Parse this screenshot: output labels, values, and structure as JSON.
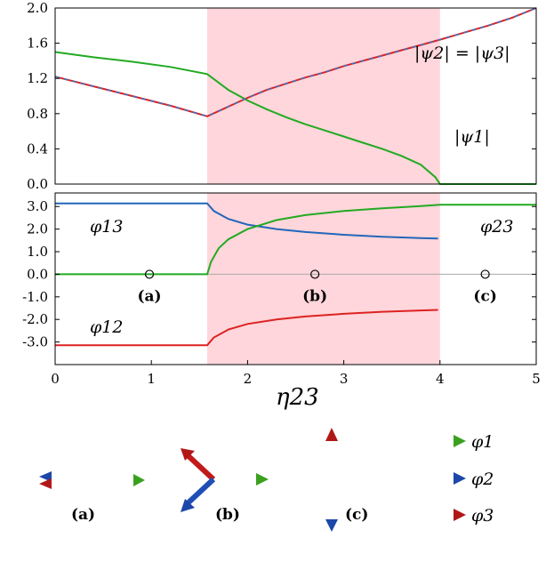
{
  "chart_data": [
    {
      "type": "line",
      "panel": "top",
      "xlim": [
        0,
        5
      ],
      "ylim": [
        0,
        2
      ],
      "y_ticks": [
        "0.0",
        "0.4",
        "0.8",
        "1.2",
        "1.6",
        "2.0"
      ],
      "shaded_region": {
        "x": [
          1.58,
          4.0
        ],
        "color": "#ffd6db"
      },
      "series": [
        {
          "name": "|ψ1|",
          "color": "#22aa22",
          "points": [
            [
              0,
              1.5
            ],
            [
              0.4,
              1.44
            ],
            [
              0.8,
              1.39
            ],
            [
              1.2,
              1.33
            ],
            [
              1.58,
              1.25
            ],
            [
              1.8,
              1.07
            ],
            [
              2.0,
              0.95
            ],
            [
              2.2,
              0.85
            ],
            [
              2.4,
              0.76
            ],
            [
              2.6,
              0.68
            ],
            [
              2.8,
              0.61
            ],
            [
              3.0,
              0.54
            ],
            [
              3.2,
              0.47
            ],
            [
              3.4,
              0.4
            ],
            [
              3.6,
              0.32
            ],
            [
              3.8,
              0.22
            ],
            [
              3.95,
              0.08
            ],
            [
              4.0,
              0.0
            ],
            [
              5.0,
              0.0
            ]
          ]
        },
        {
          "name": "|ψ2| = |ψ3|",
          "color": "#dd2222",
          "dash_overlay_color": "#3377cc",
          "points": [
            [
              0,
              1.22
            ],
            [
              0.4,
              1.11
            ],
            [
              0.8,
              1.0
            ],
            [
              1.2,
              0.89
            ],
            [
              1.58,
              0.77
            ],
            [
              1.8,
              0.88
            ],
            [
              2.0,
              0.98
            ],
            [
              2.2,
              1.07
            ],
            [
              2.4,
              1.14
            ],
            [
              2.6,
              1.21
            ],
            [
              2.8,
              1.27
            ],
            [
              3.0,
              1.34
            ],
            [
              3.2,
              1.4
            ],
            [
              3.4,
              1.46
            ],
            [
              3.6,
              1.52
            ],
            [
              3.8,
              1.58
            ],
            [
              4.0,
              1.64
            ],
            [
              4.25,
              1.72
            ],
            [
              4.5,
              1.8
            ],
            [
              4.75,
              1.89
            ],
            [
              5.0,
              2.0
            ]
          ]
        }
      ],
      "annotations": [
        "|ψ2| = |ψ3|",
        "|ψ1|"
      ]
    },
    {
      "type": "line",
      "panel": "bottom",
      "xlim": [
        0,
        5
      ],
      "ylim": [
        -4.0,
        3.6
      ],
      "x_ticks": [
        "0",
        "1",
        "2",
        "3",
        "4",
        "5"
      ],
      "y_ticks": [
        "-3.0",
        "-2.0",
        "-1.0",
        "0.0",
        "1.0",
        "2.0",
        "3.0"
      ],
      "xlabel": "η23",
      "shaded_region": {
        "x": [
          1.58,
          4.0
        ],
        "color": "#ffd6db"
      },
      "series": [
        {
          "name": "φ13",
          "color": "#2266bb",
          "points": [
            [
              0,
              3.14
            ],
            [
              1.58,
              3.14
            ],
            [
              1.65,
              2.8
            ],
            [
              1.8,
              2.45
            ],
            [
              2.0,
              2.2
            ],
            [
              2.3,
              2.0
            ],
            [
              2.6,
              1.87
            ],
            [
              3.0,
              1.75
            ],
            [
              3.4,
              1.66
            ],
            [
              3.8,
              1.6
            ],
            [
              3.98,
              1.58
            ]
          ]
        },
        {
          "name": "φ23",
          "color": "#22aa22",
          "points": [
            [
              0,
              0
            ],
            [
              1.58,
              0
            ],
            [
              1.62,
              0.55
            ],
            [
              1.7,
              1.15
            ],
            [
              1.8,
              1.55
            ],
            [
              2.0,
              2.0
            ],
            [
              2.3,
              2.4
            ],
            [
              2.6,
              2.62
            ],
            [
              3.0,
              2.8
            ],
            [
              3.4,
              2.92
            ],
            [
              3.8,
              3.02
            ],
            [
              4.0,
              3.08
            ],
            [
              5.0,
              3.08
            ]
          ]
        },
        {
          "name": "φ12",
          "color": "#dd2222",
          "points": [
            [
              0,
              -3.14
            ],
            [
              1.58,
              -3.14
            ],
            [
              1.65,
              -2.8
            ],
            [
              1.8,
              -2.45
            ],
            [
              2.0,
              -2.2
            ],
            [
              2.3,
              -2.0
            ],
            [
              2.6,
              -1.87
            ],
            [
              3.0,
              -1.75
            ],
            [
              3.4,
              -1.66
            ],
            [
              3.8,
              -1.6
            ],
            [
              3.98,
              -1.58
            ]
          ]
        }
      ],
      "markers": [
        {
          "x": 0.98,
          "y": 0,
          "label": "(a)"
        },
        {
          "x": 2.7,
          "y": 0,
          "label": "(b)"
        },
        {
          "x": 4.47,
          "y": 0,
          "label": "(c)"
        }
      ],
      "annotations": [
        "φ13",
        "φ23",
        "φ12"
      ]
    }
  ],
  "text": {
    "top_label_psi23": "|ψ2| = |ψ3|",
    "top_label_psi1": "|ψ1|",
    "phi13": "φ13",
    "phi23": "φ23",
    "phi12": "φ12",
    "xlabel": "η23",
    "marker_a": "(a)",
    "marker_b": "(b)",
    "marker_c": "(c)"
  },
  "diagram": {
    "labels": [
      "(a)",
      "(b)",
      "(c)"
    ],
    "legend": [
      {
        "name": "φ1",
        "color": "#44bb22"
      },
      {
        "name": "φ2",
        "color": "#2255bb"
      },
      {
        "name": "φ3",
        "color": "#cc2222"
      }
    ]
  }
}
